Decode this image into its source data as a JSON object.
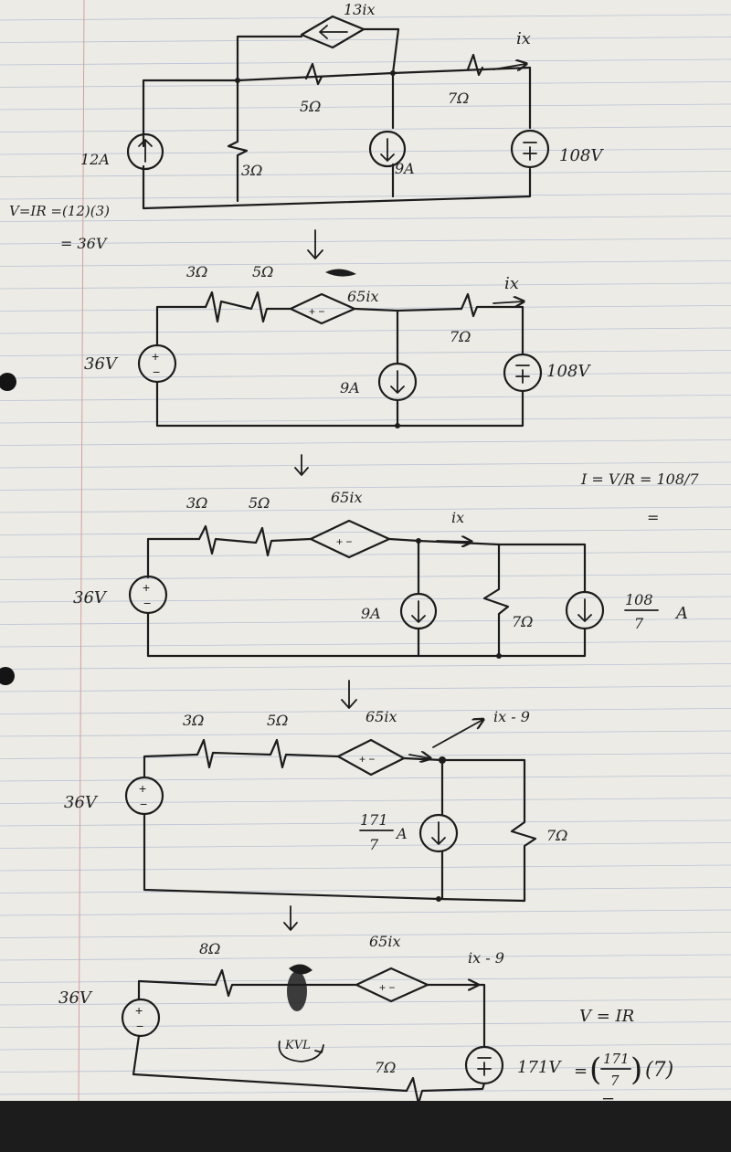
{
  "colors": {
    "paper": "#ecebe6",
    "rule": "#b9c3d4",
    "margin": "#d4a0a0",
    "ink": "#1c1c1c",
    "hole": "#141414"
  },
  "step1": {
    "dep_source": "13ix",
    "current_label": "ix",
    "r5": "5Ω",
    "r7": "7Ω",
    "src12": "12A",
    "r3": "3Ω",
    "i9": "9A",
    "v108": "108V",
    "calc1": "V=IR =(12)(3)",
    "calc2": "= 36V"
  },
  "step2": {
    "r3": "3Ω",
    "r5": "5Ω",
    "dep_source": "65ix",
    "current_label": "ix",
    "r7": "7Ω",
    "v36": "36V",
    "i9": "9A",
    "v108": "108V"
  },
  "step3": {
    "calc_top": "I = V/R = 108/7",
    "calc_eq": "=",
    "r3": "3Ω",
    "r5": "5Ω",
    "dep_source": "65ix",
    "current_label": "ix",
    "v36": "36V",
    "i9": "9A",
    "r7": "7Ω",
    "src_num": "108",
    "src_den": "7",
    "src_unit": "A"
  },
  "step4": {
    "r3": "3Ω",
    "r5": "5Ω",
    "dep_source": "65ix",
    "current_label": "ix - 9",
    "v36": "36V",
    "src_num": "171",
    "src_den": "7",
    "src_unit": "A",
    "r7": "7Ω"
  },
  "step5": {
    "r8": "8Ω",
    "dep_source": "65ix",
    "current_label": "ix - 9",
    "v36": "36V",
    "kvl": "KVL",
    "r7": "7Ω",
    "v171": "171V",
    "calc1": "V = IR",
    "calc2_num": "171",
    "calc2_den": "7",
    "calc2_tail": "(7)",
    "calc3": "="
  }
}
